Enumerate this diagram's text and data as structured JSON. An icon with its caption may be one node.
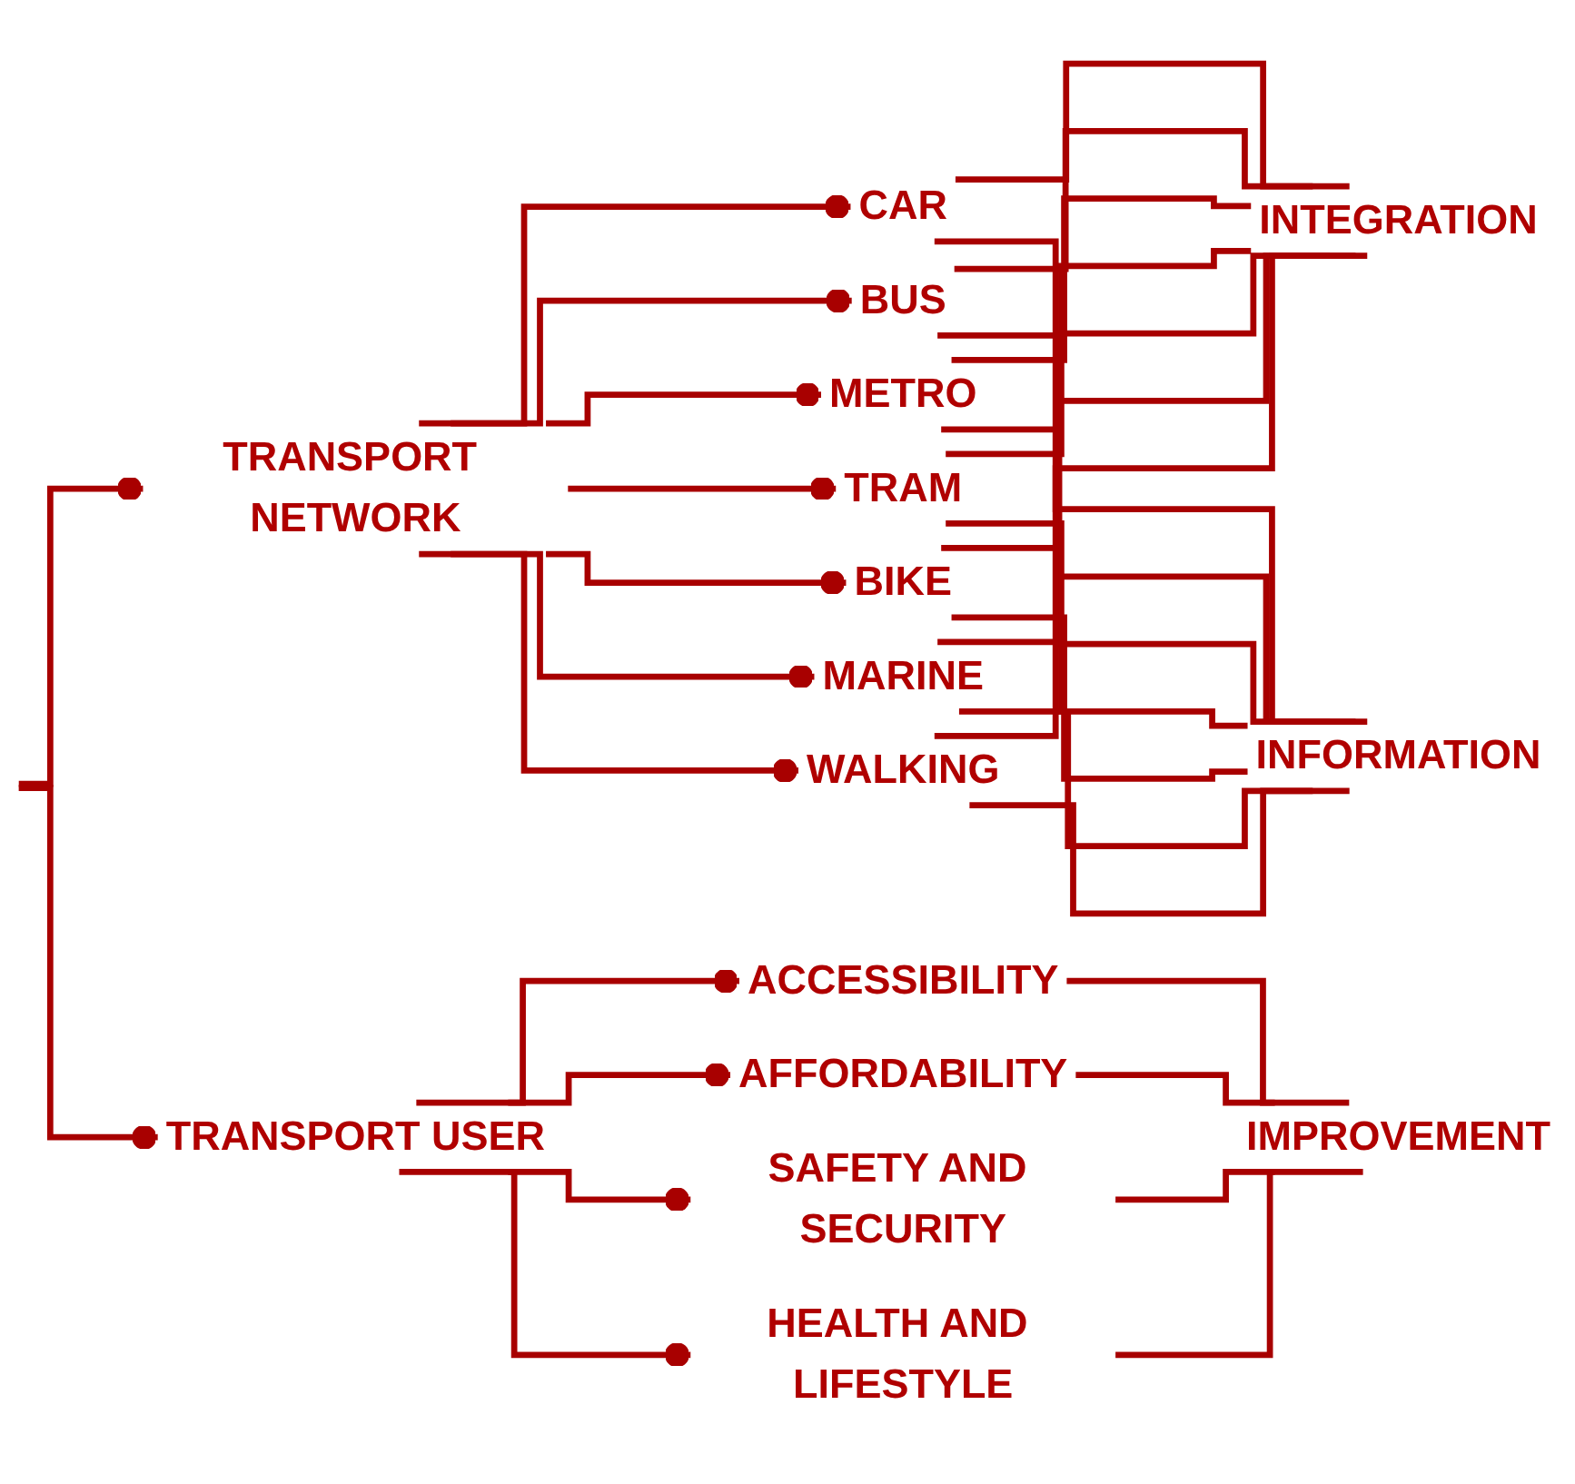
{
  "diagram": {
    "nodes": [
      {
        "text": [
          "TRANSPORT NETWORK"
        ]
      },
      {
        "text": [
          "TRANSPORT USER"
        ]
      },
      {
        "text": [
          "CAR"
        ]
      },
      {
        "text": [
          "BUS"
        ]
      },
      {
        "text": [
          "METRO"
        ]
      },
      {
        "text": [
          "TRAM"
        ]
      },
      {
        "text": [
          "BIKE"
        ]
      },
      {
        "text": [
          "MARINE"
        ]
      },
      {
        "text": [
          "WALKING"
        ]
      },
      {
        "text": [
          "INTEGRATION"
        ]
      },
      {
        "text": [
          "INFORMATION"
        ]
      },
      {
        "text": [
          "ACCESSIBILITY"
        ]
      },
      {
        "text": [
          "AFFORDABILITY"
        ]
      },
      {
        "text": [
          "SAFETY AND SECURITY"
        ]
      },
      {
        "text": [
          "HEALTH AND LIFESTYLE"
        ]
      },
      {
        "text": [
          "IMPROVEMENT"
        ]
      }
    ],
    "edges": [
      {
        "from": null,
        "to": 0,
        "arrow": "other"
      },
      {
        "from": null,
        "to": 1,
        "arrow": "other"
      },
      {
        "from": 0,
        "to": 2,
        "arrow": "other"
      },
      {
        "from": 0,
        "to": 3,
        "arrow": "other"
      },
      {
        "from": 0,
        "to": 4,
        "arrow": "other"
      },
      {
        "from": 0,
        "to": 5,
        "arrow": "other"
      },
      {
        "from": 0,
        "to": 6,
        "arrow": "other"
      },
      {
        "from": 0,
        "to": 7,
        "arrow": "other"
      },
      {
        "from": 0,
        "to": 8,
        "arrow": "other"
      },
      {
        "from": 2,
        "to": 9,
        "arrow": "none"
      },
      {
        "from": 2,
        "to": 10,
        "arrow": "none"
      },
      {
        "from": 3,
        "to": 9,
        "arrow": "none"
      },
      {
        "from": 3,
        "to": 10,
        "arrow": "none"
      },
      {
        "from": 4,
        "to": 9,
        "arrow": "none"
      },
      {
        "from": 4,
        "to": 10,
        "arrow": "none"
      },
      {
        "from": 5,
        "to": 9,
        "arrow": "none"
      },
      {
        "from": 5,
        "to": 10,
        "arrow": "none"
      },
      {
        "from": 6,
        "to": 9,
        "arrow": "none"
      },
      {
        "from": 6,
        "to": 10,
        "arrow": "none"
      },
      {
        "from": 7,
        "to": 9,
        "arrow": "none"
      },
      {
        "from": 7,
        "to": 10,
        "arrow": "none"
      },
      {
        "from": 8,
        "to": 9,
        "arrow": "none"
      },
      {
        "from": 8,
        "to": 10,
        "arrow": "none"
      },
      {
        "from": 1,
        "to": 11,
        "arrow": "other"
      },
      {
        "from": 1,
        "to": 12,
        "arrow": "other"
      },
      {
        "from": 1,
        "to": 13,
        "arrow": "other"
      },
      {
        "from": 1,
        "to": 14,
        "arrow": "other"
      },
      {
        "from": 11,
        "to": 15,
        "arrow": "none"
      },
      {
        "from": 12,
        "to": 15,
        "arrow": "none"
      },
      {
        "from": 13,
        "to": 15,
        "arrow": "none"
      },
      {
        "from": 14,
        "to": 15,
        "arrow": "none"
      }
    ]
  }
}
